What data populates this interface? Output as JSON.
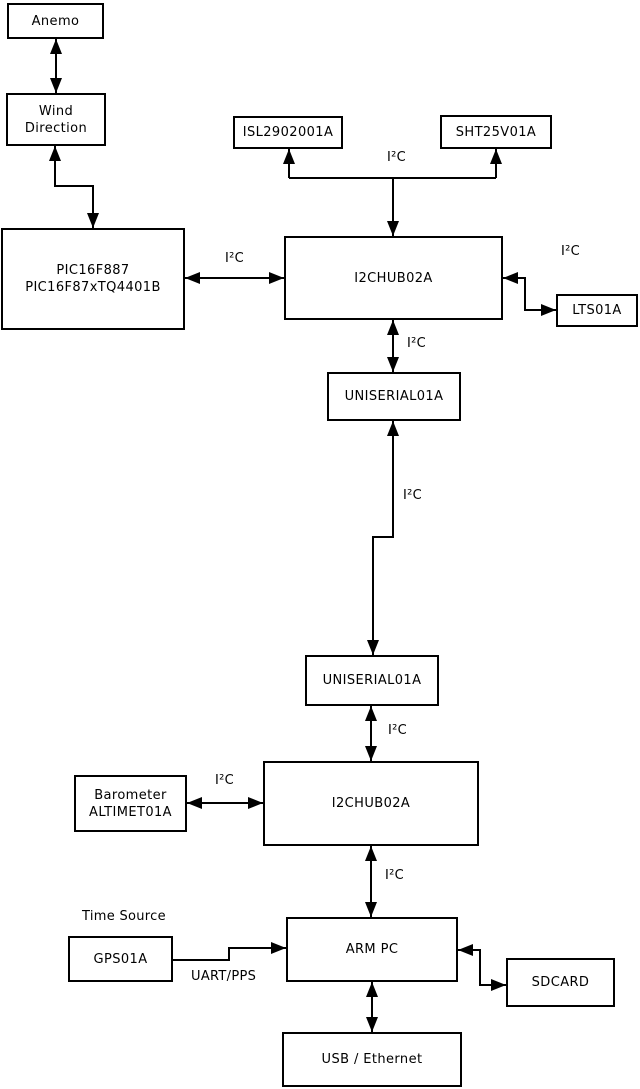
{
  "nodes": {
    "anemo": {
      "label": "Anemo"
    },
    "wind_direction": {
      "lines": [
        "Wind",
        "Direction"
      ]
    },
    "pic": {
      "lines": [
        "PIC16F887",
        "PIC16F87xTQ4401B"
      ]
    },
    "isl": {
      "label": "ISL2902001A"
    },
    "sht": {
      "label": "SHT25V01A"
    },
    "i2chub_top": {
      "label": "I2CHUB02A"
    },
    "lts": {
      "label": "LTS01A"
    },
    "uniserial_top": {
      "label": "UNISERIAL01A"
    },
    "uniserial_bottom": {
      "label": "UNISERIAL01A"
    },
    "barometer": {
      "lines": [
        "Barometer",
        "ALTIMET01A"
      ]
    },
    "i2chub_bottom": {
      "label": "I2CHUB02A"
    },
    "gps": {
      "label": "GPS01A"
    },
    "arm_pc": {
      "label": "ARM PC"
    },
    "sdcard": {
      "label": "SDCARD"
    },
    "usb_ethernet": {
      "label": "USB / Ethernet"
    }
  },
  "labels": {
    "i2c": "I²C",
    "uart_pps": "UART/PPS",
    "time_source": "Time Source"
  },
  "edges": [
    {
      "from": "Anemo",
      "to": "Wind Direction",
      "bidirectional": true,
      "label": ""
    },
    {
      "from": "Wind Direction",
      "to": "PIC16F887 PIC16F87xTQ4401B",
      "bidirectional": true,
      "label": ""
    },
    {
      "from": "PIC16F887 PIC16F87xTQ4401B",
      "to": "I2CHUB02A (top)",
      "bidirectional": true,
      "label": "I²C"
    },
    {
      "from": "I2CHUB02A (top)",
      "to": "ISL2902001A",
      "bidirectional": false,
      "label": "I²C"
    },
    {
      "from": "I2CHUB02A (top)",
      "to": "SHT25V01A",
      "bidirectional": false,
      "label": "I²C"
    },
    {
      "from": "I2CHUB02A (top)",
      "to": "LTS01A",
      "bidirectional": true,
      "label": "I²C"
    },
    {
      "from": "I2CHUB02A (top)",
      "to": "UNISERIAL01A (top)",
      "bidirectional": true,
      "label": "I²C"
    },
    {
      "from": "UNISERIAL01A (top)",
      "to": "UNISERIAL01A (bottom)",
      "bidirectional": true,
      "label": "I²C"
    },
    {
      "from": "UNISERIAL01A (bottom)",
      "to": "I2CHUB02A (bottom)",
      "bidirectional": true,
      "label": "I²C"
    },
    {
      "from": "Barometer ALTIMET01A",
      "to": "I2CHUB02A (bottom)",
      "bidirectional": true,
      "label": "I²C"
    },
    {
      "from": "I2CHUB02A (bottom)",
      "to": "ARM PC",
      "bidirectional": true,
      "label": "I²C"
    },
    {
      "from": "GPS01A",
      "to": "ARM PC",
      "bidirectional": false,
      "label": "UART/PPS"
    },
    {
      "from": "ARM PC",
      "to": "SDCARD",
      "bidirectional": true,
      "label": ""
    },
    {
      "from": "ARM PC",
      "to": "USB / Ethernet",
      "bidirectional": true,
      "label": ""
    }
  ],
  "colors": {
    "stroke": "#000000",
    "background": "#ffffff",
    "node_fill": "#ffffff"
  }
}
